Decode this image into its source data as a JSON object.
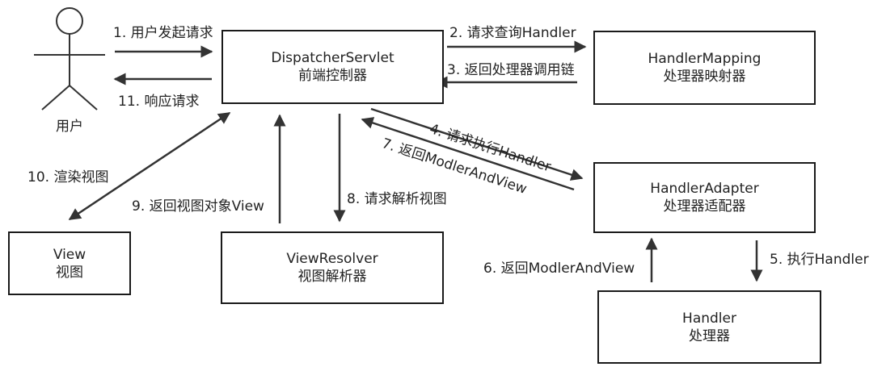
{
  "actor": {
    "label": "用户"
  },
  "boxes": {
    "dispatcher": {
      "title": "DispatcherServlet",
      "subtitle": "前端控制器"
    },
    "mapping": {
      "title": "HandlerMapping",
      "subtitle": "处理器映射器"
    },
    "adapter": {
      "title": "HandlerAdapter",
      "subtitle": "处理器适配器"
    },
    "handler": {
      "title": "Handler",
      "subtitle": "处理器"
    },
    "view": {
      "title": "View",
      "subtitle": "视图"
    },
    "resolver": {
      "title": "ViewResolver",
      "subtitle": "视图解析器"
    }
  },
  "steps": {
    "s1": "1. 用户发起请求",
    "s2": "2. 请求查询Handler",
    "s3": "3. 返回处理器调用链",
    "s4": "4. 请求执行Handler",
    "s5": "5. 执行Handler",
    "s6": "6. 返回ModlerAndView",
    "s7": "7. 返回ModlerAndView",
    "s8": "8. 请求解析视图",
    "s9": "9. 返回视图对象View",
    "s10": "10. 渲染视图",
    "s11": "11. 响应请求"
  }
}
